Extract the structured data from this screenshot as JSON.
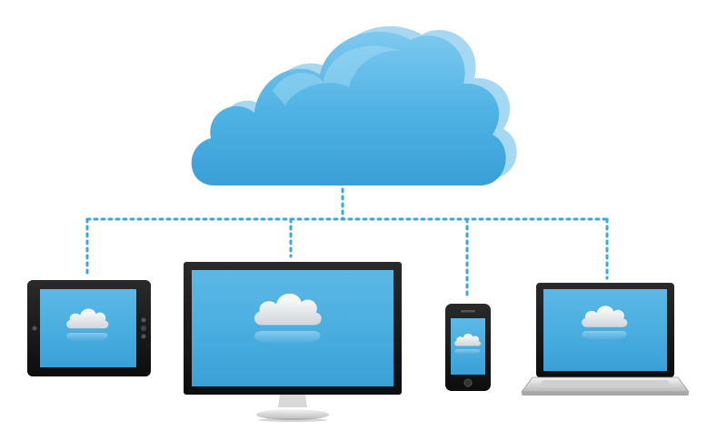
{
  "diagram": {
    "type": "cloud-network",
    "colors": {
      "cloud": "#4db1e3",
      "cloud_highlight": "#8fd3f4",
      "connector": "#3aa8d8",
      "screen": "#4aaee0",
      "screen_light": "#7cc8ee",
      "bezel": "#1a1a1a",
      "mini_cloud": "#f2f2f2"
    },
    "hub": {
      "icon": "cloud-icon"
    },
    "devices": [
      {
        "kind": "tablet",
        "icon": "tablet-icon"
      },
      {
        "kind": "monitor",
        "icon": "monitor-icon"
      },
      {
        "kind": "smartphone",
        "icon": "smartphone-icon"
      },
      {
        "kind": "laptop",
        "icon": "laptop-icon"
      }
    ]
  }
}
